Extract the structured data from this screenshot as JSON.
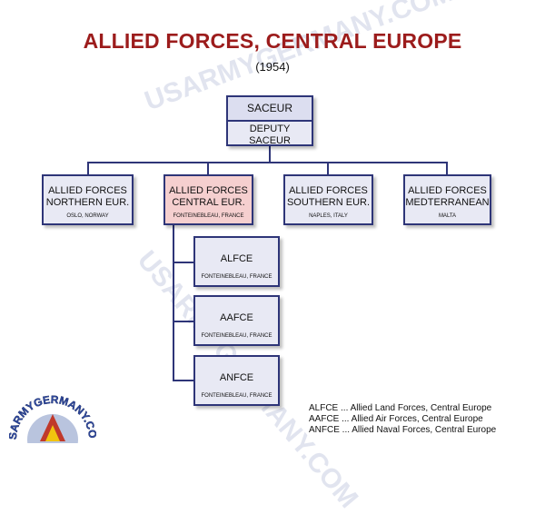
{
  "title": "ALLIED FORCES, CENTRAL EUROPE",
  "year": "(1954)",
  "watermark": "USARMYGERMANY.COM",
  "top": {
    "name": "SACEUR",
    "deputy_line1": "DEPUTY",
    "deputy_line2": "SACEUR"
  },
  "commands": [
    {
      "line1": "ALLIED FORCES",
      "line2": "NORTHERN EUR.",
      "location": "OSLO, NORWAY"
    },
    {
      "line1": "ALLIED FORCES",
      "line2": "CENTRAL EUR.",
      "location": "FONTEINEBLEAU, FRANCE"
    },
    {
      "line1": "ALLIED FORCES",
      "line2": "SOUTHERN EUR.",
      "location": "NAPLES, ITALY"
    },
    {
      "line1": "ALLIED FORCES",
      "line2": "MEDTERRANEAN",
      "location": "MALTA"
    }
  ],
  "subordinates": [
    {
      "name": "ALFCE",
      "location": "FONTEINEBLEAU, FRANCE"
    },
    {
      "name": "AAFCE",
      "location": "FONTEINEBLEAU, FRANCE"
    },
    {
      "name": "ANFCE",
      "location": "FONTEINEBLEAU, FRANCE"
    }
  ],
  "legend": [
    "ALFCE ...  Allied Land Forces, Central Europe",
    "AAFCE ...  Allied Air Forces, Central Europe",
    "ANFCE ...  Allied Naval Forces, Central Europe"
  ],
  "logo_text": "USARMYGERMANY.COM",
  "colors": {
    "title": "#9c1c1c",
    "border": "#2e3578",
    "box_fill": "#e8e9f4",
    "highlight_fill": "#f5cfcf"
  }
}
